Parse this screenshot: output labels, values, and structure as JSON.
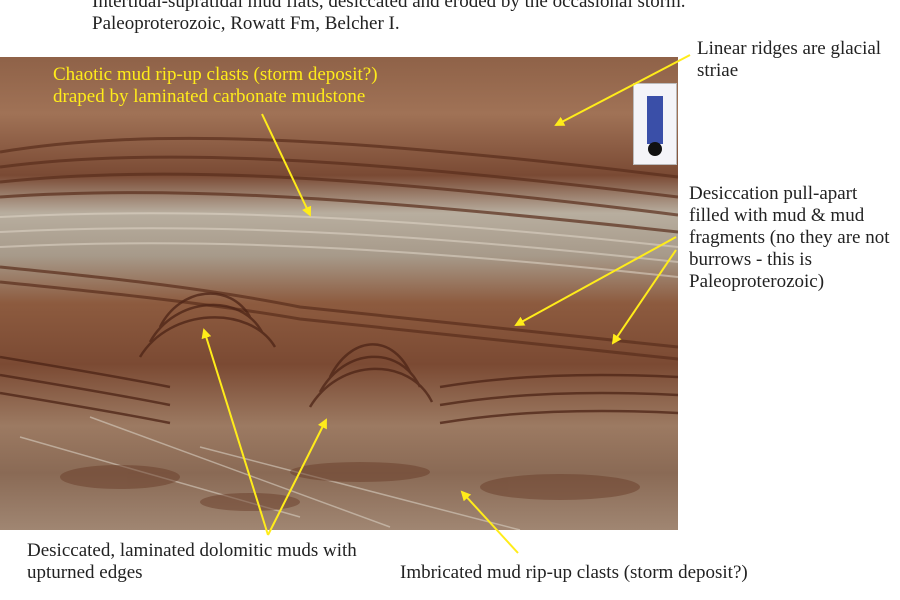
{
  "caption": {
    "text": "Intertidal-supratidal mud flats, desiccated and eroded by the occasional storm. Paleoproterozoic, Rowatt Fm, Belcher I."
  },
  "labels": {
    "chaotic": "Chaotic mud rip-up clasts (storm deposit?) draped by laminated carbonate mudstone",
    "striae": "Linear ridges are glacial striae",
    "pullapart": "Desiccation pull-apart filled with mud & mud fragments (no they are not burrows - this is Paleoproterozoic)",
    "desiccated": "Desiccated, laminated dolomitic muds with upturned edges",
    "imbricated": "Imbricated mud rip-up clasts (storm deposit?)"
  },
  "colors": {
    "annotation_yellow": "#ffec1a",
    "text_dark": "#222222",
    "rock_brown": "#8a5a3c",
    "rock_light": "#b9ab9a"
  }
}
